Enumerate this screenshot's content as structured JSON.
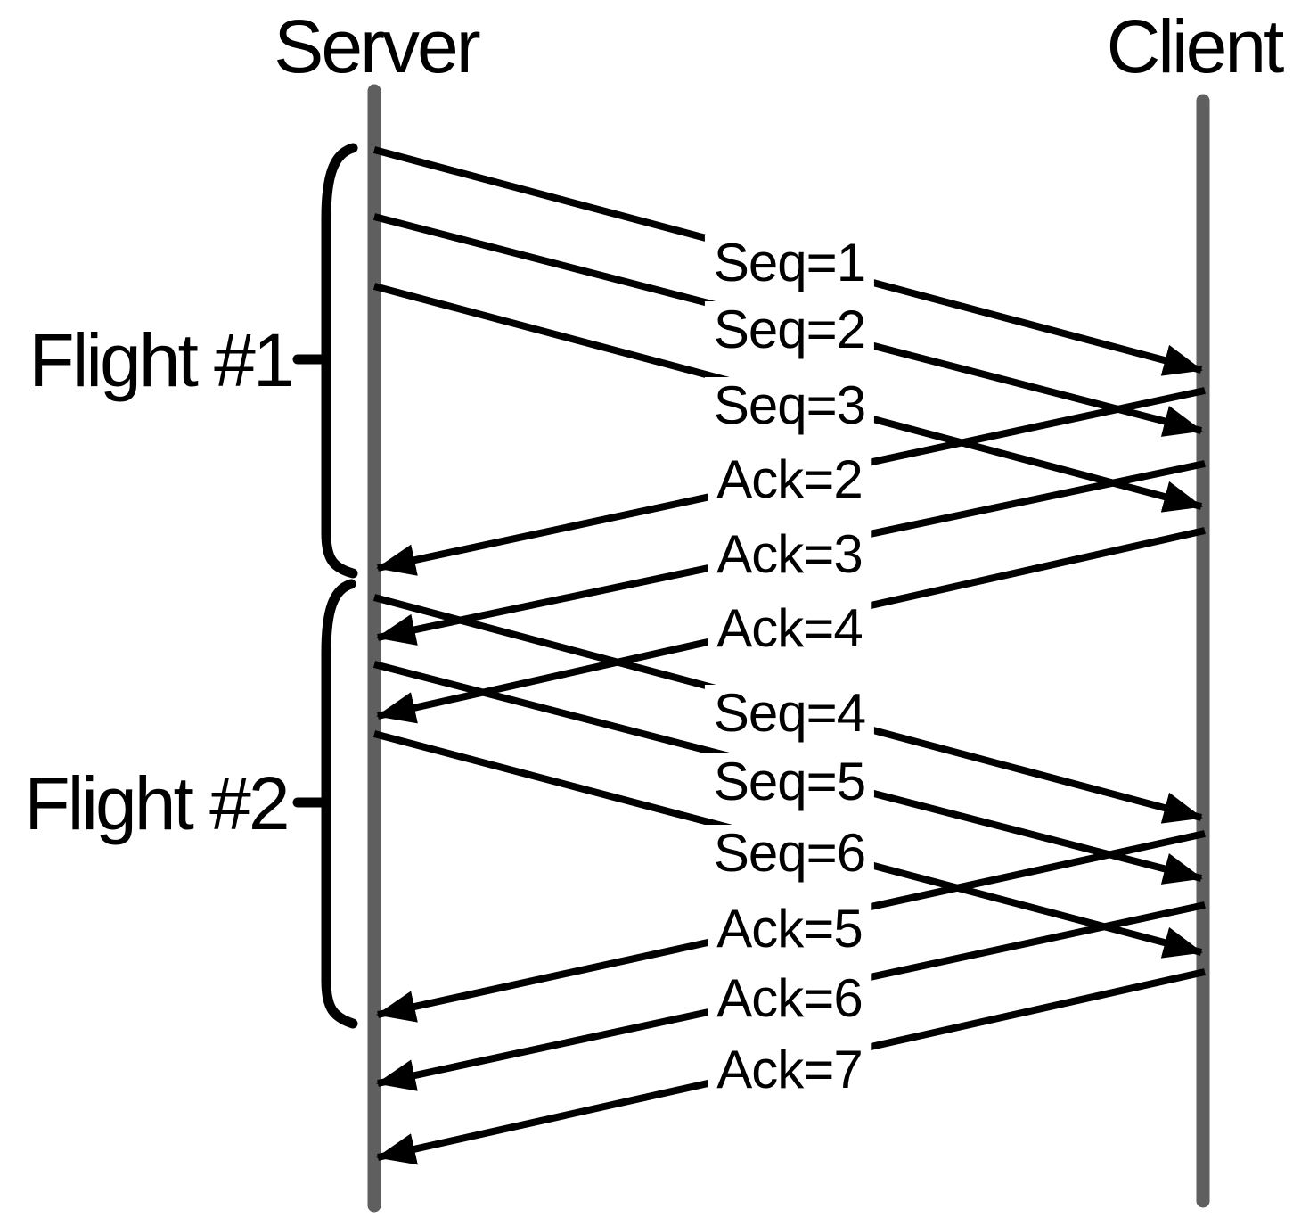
{
  "diagram": {
    "participants": [
      {
        "label": "Server",
        "side": "left"
      },
      {
        "label": "Client",
        "side": "right"
      }
    ],
    "flights": [
      {
        "label": "Flight #1"
      },
      {
        "label": "Flight #2"
      }
    ],
    "messages": [
      {
        "label": "Seq=1",
        "from": "Server",
        "to": "Client",
        "flight": 1
      },
      {
        "label": "Seq=2",
        "from": "Server",
        "to": "Client",
        "flight": 1
      },
      {
        "label": "Seq=3",
        "from": "Server",
        "to": "Client",
        "flight": 1
      },
      {
        "label": "Ack=2",
        "from": "Client",
        "to": "Server",
        "flight": 1
      },
      {
        "label": "Ack=3",
        "from": "Client",
        "to": "Server",
        "flight": 1
      },
      {
        "label": "Ack=4",
        "from": "Client",
        "to": "Server",
        "flight": 1
      },
      {
        "label": "Seq=4",
        "from": "Server",
        "to": "Client",
        "flight": 2
      },
      {
        "label": "Seq=5",
        "from": "Server",
        "to": "Client",
        "flight": 2
      },
      {
        "label": "Seq=6",
        "from": "Server",
        "to": "Client",
        "flight": 2
      },
      {
        "label": "Ack=5",
        "from": "Client",
        "to": "Server",
        "flight": 2
      },
      {
        "label": "Ack=6",
        "from": "Client",
        "to": "Server",
        "flight": 2
      },
      {
        "label": "Ack=7",
        "from": "Client",
        "to": "Server",
        "flight": 2
      }
    ]
  },
  "colors": {
    "lifeline": "#5f5f5f",
    "arrow": "#000000",
    "text": "#000000",
    "background": "#ffffff"
  }
}
